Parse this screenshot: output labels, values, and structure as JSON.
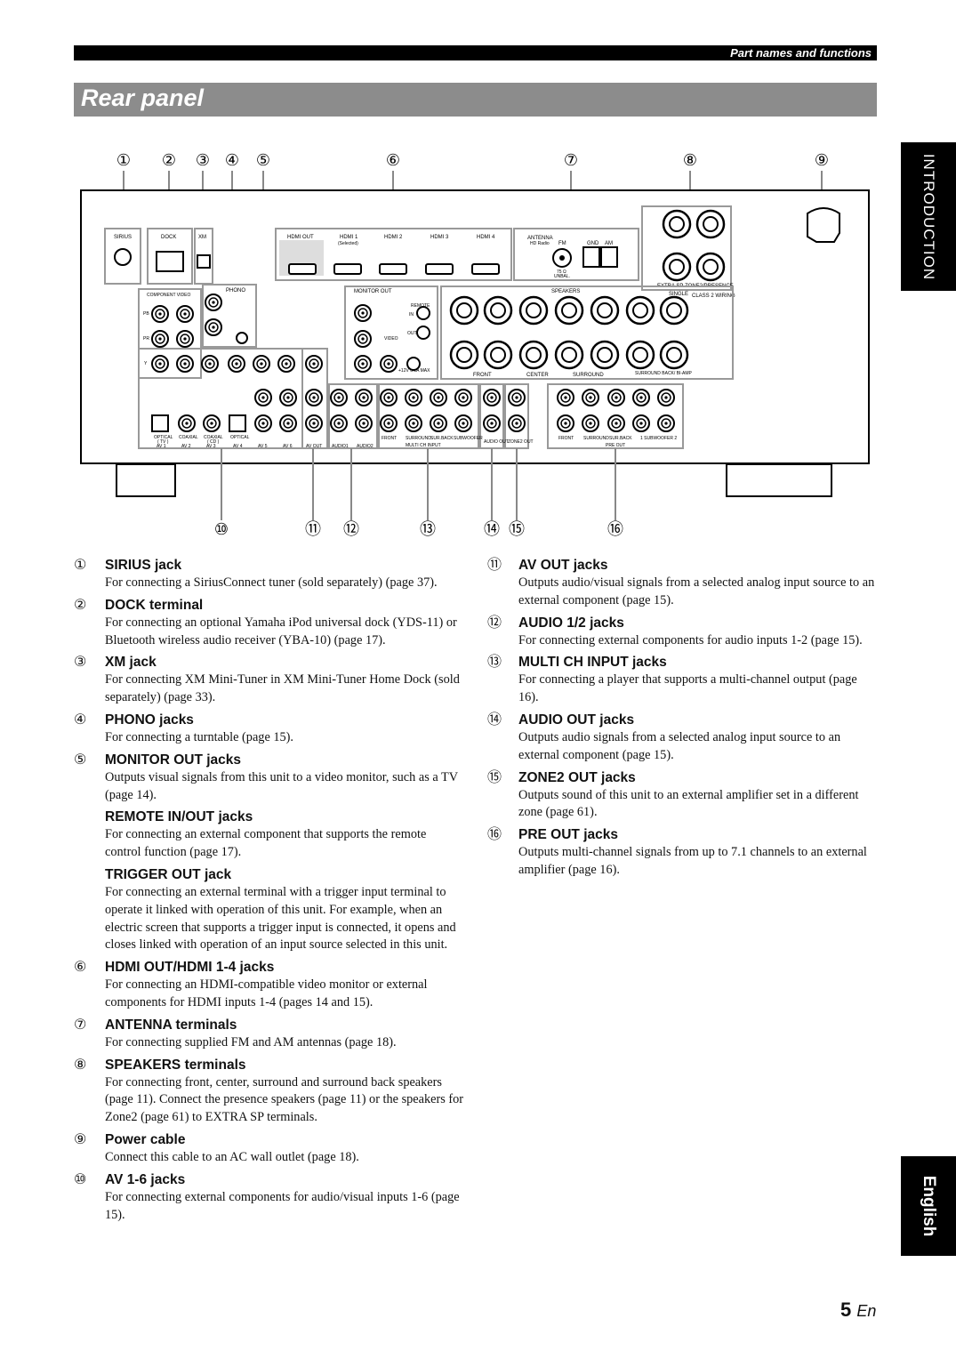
{
  "header": {
    "section": "Part names and functions",
    "title": "Rear panel"
  },
  "tabs": {
    "intro": "INTRODUCTION",
    "language": "English"
  },
  "callouts_top": [
    "①",
    "②",
    "③",
    "④",
    "⑤",
    "⑥",
    "⑦",
    "⑧",
    "⑨"
  ],
  "callouts_bottom": [
    "⑩",
    "⑪",
    "⑫",
    "⑬",
    "⑭",
    "⑮",
    "⑯"
  ],
  "panel_labels": {
    "sirius": "SIRIUS",
    "dock": "DOCK",
    "xm": "XM",
    "hdmi_out": "HDMI OUT",
    "hdmi1": "HDMI 1",
    "hdmi1_sub": "(Selected)",
    "hdmi2": "HDMI 2",
    "hdmi3": "HDMI 3",
    "hdmi4": "HDMI 4",
    "antenna": "ANTENNA",
    "hd_radio": "HD Radio",
    "fm": "FM",
    "gnd": "GND",
    "am": "AM",
    "ohm": "75 Ω",
    "unbal": "UNBAL.",
    "phono": "PHONO",
    "component_video": "COMPONENT VIDEO",
    "monitor_out": "MONITOR OUT",
    "remote": "REMOTE",
    "in": "IN",
    "out": "OUT",
    "video": "VIDEO",
    "trigger": "+12V 0.1A MAX",
    "speakers": "SPEAKERS",
    "extra_sp": "EXTRA SP",
    "zone2_presence": "ZONE2/PRESENCE",
    "single": "SINGLE",
    "class2": "CLASS 2 WIRING",
    "front": "FRONT",
    "center": "CENTER",
    "surround": "SURROUND",
    "surround_back": "SURROUND BACK/ BI-AMP",
    "pb": "PB",
    "pr": "PR",
    "y": "Y",
    "av1": "AV 1",
    "av2": "AV 2",
    "av3": "AV 3",
    "av4": "AV 4",
    "av5": "AV 5",
    "av6": "AV 6",
    "optical": "OPTICAL",
    "coaxial": "COAXIAL",
    "tv": "( TV )",
    "cd": "( CD )",
    "av_out": "AV OUT",
    "audio1": "AUDIO1",
    "audio2": "AUDIO2",
    "multi_ch": "MULTI CH INPUT",
    "audio_out": "AUDIO OUT",
    "zone2_out": "ZONE2 OUT",
    "pre_out": "PRE OUT",
    "subwoofer": "SUBWOOFER",
    "surround_back_short": "SUR.BACK",
    "subwoofer_pre": "1 SUBWOOFER 2"
  },
  "left_entries": [
    {
      "num": "①",
      "title": "SIRIUS jack",
      "text": "For connecting a SiriusConnect tuner (sold separately) (page 37)."
    },
    {
      "num": "②",
      "title": "DOCK terminal",
      "text": "For connecting an optional Yamaha iPod universal dock (YDS-11) or Bluetooth wireless audio receiver (YBA-10) (page 17)."
    },
    {
      "num": "③",
      "title": "XM jack",
      "text": "For connecting XM Mini-Tuner in XM Mini-Tuner Home Dock (sold separately) (page 33)."
    },
    {
      "num": "④",
      "title": "PHONO jacks",
      "text": "For connecting a turntable (page 15)."
    },
    {
      "num": "⑤",
      "title": "MONITOR OUT jacks",
      "text": "Outputs visual signals from this unit to a video monitor, such as a TV (page 14)."
    }
  ],
  "sub_entries": [
    {
      "title": "REMOTE IN/OUT jacks",
      "text": "For connecting an external component that supports the remote control function (page 17)."
    },
    {
      "title": "TRIGGER OUT jack",
      "text": "For connecting an external terminal with a trigger input terminal to operate it linked with operation of this unit. For example, when an electric screen that supports a trigger input is connected, it opens and closes linked with operation of an input source selected in this unit."
    }
  ],
  "left_entries_2": [
    {
      "num": "⑥",
      "title": "HDMI OUT/HDMI 1-4 jacks",
      "text": "For connecting an HDMI-compatible video monitor or external components for HDMI inputs 1-4 (pages 14 and 15)."
    },
    {
      "num": "⑦",
      "title": "ANTENNA terminals",
      "text": "For connecting supplied FM and AM antennas (page 18)."
    },
    {
      "num": "⑧",
      "title": "SPEAKERS terminals",
      "text": "For connecting front, center, surround and surround back speakers (page 11). Connect the presence speakers (page 11) or the speakers for Zone2 (page 61) to EXTRA SP terminals."
    },
    {
      "num": "⑨",
      "title": "Power cable",
      "text": "Connect this cable to an AC wall outlet (page 18)."
    },
    {
      "num": "⑩",
      "title": "AV 1-6 jacks",
      "text": "For connecting external components for audio/visual inputs 1-6 (page 15)."
    }
  ],
  "right_entries": [
    {
      "num": "⑪",
      "title": "AV OUT jacks",
      "text": "Outputs audio/visual signals from a selected analog input source to an external component (page 15)."
    },
    {
      "num": "⑫",
      "title": "AUDIO 1/2 jacks",
      "text": "For connecting external components for audio inputs 1-2 (page 15)."
    },
    {
      "num": "⑬",
      "title": "MULTI CH INPUT jacks",
      "text": "For connecting a player that supports a multi-channel output (page 16)."
    },
    {
      "num": "⑭",
      "title": "AUDIO OUT jacks",
      "text": "Outputs audio signals from a selected analog input source to an external component (page 15)."
    },
    {
      "num": "⑮",
      "title": "ZONE2 OUT jacks",
      "text": "Outputs sound of this unit to an external amplifier set in a different zone (page 61)."
    },
    {
      "num": "⑯",
      "title": "PRE OUT jacks",
      "text": "Outputs multi-channel signals from up to 7.1 channels to an external amplifier (page 16)."
    }
  ],
  "page": {
    "number": "5",
    "lang": "En"
  }
}
